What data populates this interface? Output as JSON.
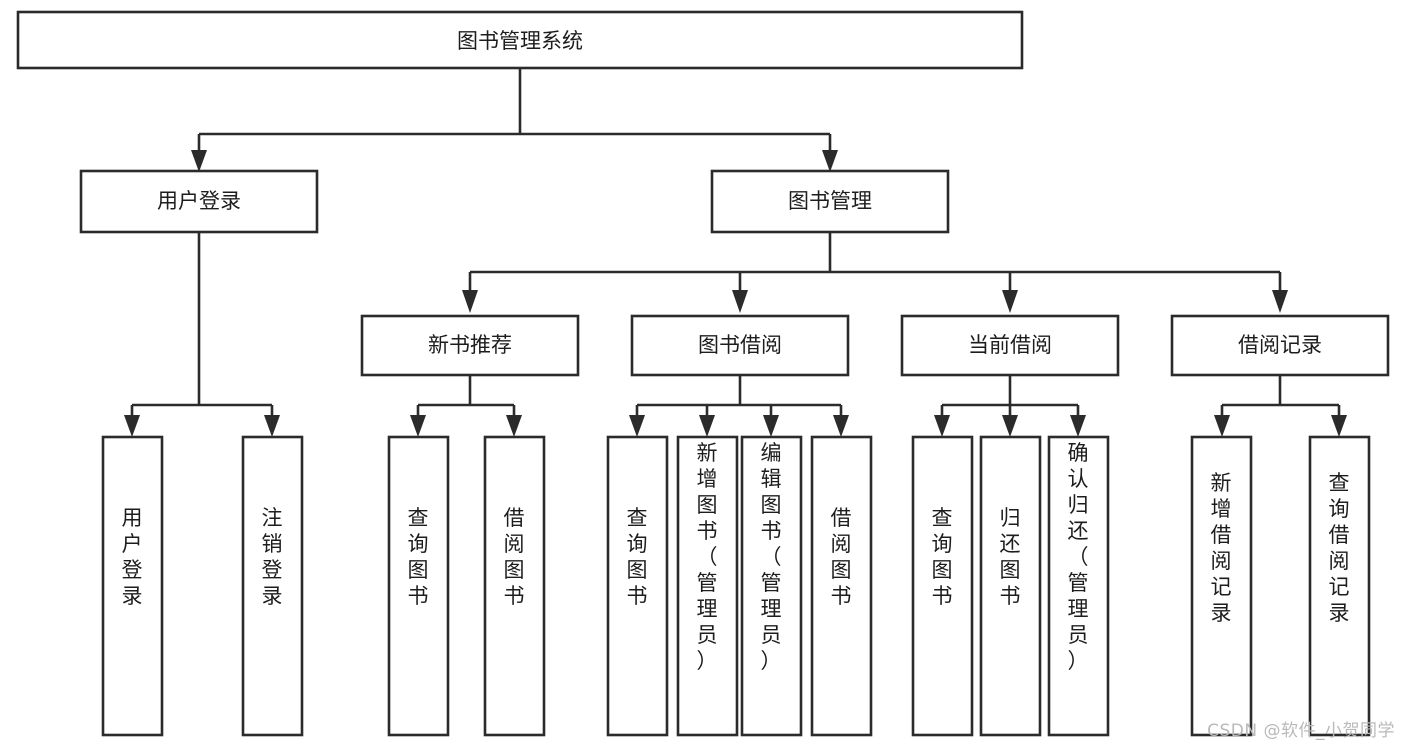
{
  "diagram": {
    "title": "图书管理系统",
    "type": "tree-hierarchy-diagram",
    "orientation": "top-down",
    "colors": {
      "background": "#ffffff",
      "box_fill": "#ffffff",
      "box_stroke": "#2b2b2b",
      "connector": "#2b2b2b",
      "text": "#1d1d1d",
      "watermark": "#b9b9b9"
    },
    "root": {
      "label": "图书管理系统",
      "text_orientation": "horizontal"
    },
    "level1": [
      {
        "label": "用户登录",
        "text_orientation": "horizontal",
        "children": [
          {
            "label": "用户登录",
            "text_orientation": "vertical"
          },
          {
            "label": "注销登录",
            "text_orientation": "vertical"
          }
        ]
      },
      {
        "label": "图书管理",
        "text_orientation": "horizontal",
        "children": [
          {
            "label": "新书推荐",
            "text_orientation": "horizontal",
            "children": [
              {
                "label": "查询图书",
                "text_orientation": "vertical"
              },
              {
                "label": "借阅图书",
                "text_orientation": "vertical"
              }
            ]
          },
          {
            "label": "图书借阅",
            "text_orientation": "horizontal",
            "children": [
              {
                "label": "查询图书",
                "text_orientation": "vertical"
              },
              {
                "label": "新增图书（管理员）",
                "text_orientation": "vertical"
              },
              {
                "label": "编辑图书（管理员）",
                "text_orientation": "vertical"
              },
              {
                "label": "借阅图书",
                "text_orientation": "vertical"
              }
            ]
          },
          {
            "label": "当前借阅",
            "text_orientation": "horizontal",
            "children": [
              {
                "label": "查询图书",
                "text_orientation": "vertical"
              },
              {
                "label": "归还图书",
                "text_orientation": "vertical"
              },
              {
                "label": "确认归还（管理员）",
                "text_orientation": "vertical"
              }
            ]
          },
          {
            "label": "借阅记录",
            "text_orientation": "horizontal",
            "children": [
              {
                "label": "新增借阅记录",
                "text_orientation": "vertical"
              },
              {
                "label": "查询借阅记录",
                "text_orientation": "vertical"
              }
            ]
          }
        ]
      }
    ]
  },
  "watermark": {
    "text": "CSDN @软件_小贺同学"
  },
  "nodes": {
    "root": {
      "label": "图书管理系统"
    },
    "user_login": {
      "label": "用户登录"
    },
    "book_manage": {
      "label": "图书管理"
    },
    "new_book_rec": {
      "label": "新书推荐"
    },
    "book_borrow": {
      "label": "图书借阅"
    },
    "current_borrow": {
      "label": "当前借阅"
    },
    "borrow_record": {
      "label": "借阅记录"
    },
    "leaf_user_login": {
      "label": "用户登录"
    },
    "leaf_logout": {
      "label": "注销登录"
    },
    "leaf_query_book_1": {
      "label": "查询图书"
    },
    "leaf_borrow_book_1": {
      "label": "借阅图书"
    },
    "leaf_query_book_2": {
      "label": "查询图书"
    },
    "leaf_add_book": {
      "label": "新增图书（管理员）"
    },
    "leaf_edit_book": {
      "label": "编辑图书（管理员）"
    },
    "leaf_borrow_book_2": {
      "label": "借阅图书"
    },
    "leaf_query_book_3": {
      "label": "查询图书"
    },
    "leaf_return_book": {
      "label": "归还图书"
    },
    "leaf_confirm_return": {
      "label": "确认归还（管理员）"
    },
    "leaf_add_record": {
      "label": "新增借阅记录"
    },
    "leaf_query_record": {
      "label": "查询借阅记录"
    }
  }
}
